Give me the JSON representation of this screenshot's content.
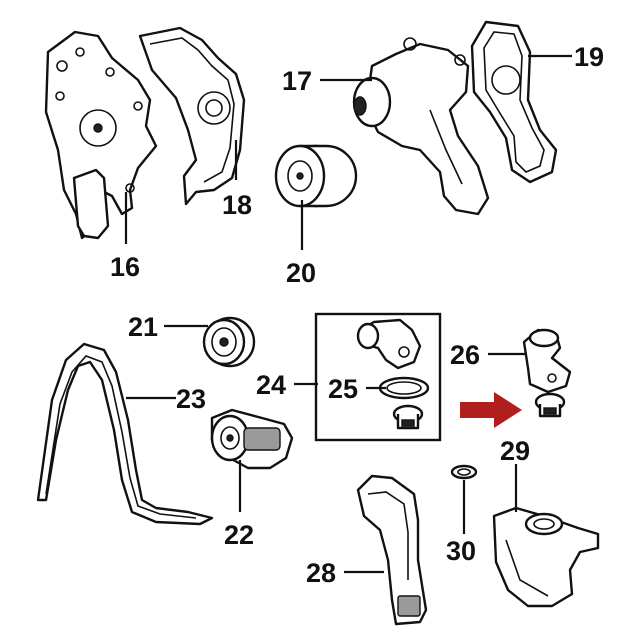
{
  "diagram": {
    "callouts": [
      {
        "id": "p16",
        "number": "16"
      },
      {
        "id": "p17",
        "number": "17"
      },
      {
        "id": "p18",
        "number": "18"
      },
      {
        "id": "p19",
        "number": "19"
      },
      {
        "id": "p20",
        "number": "20"
      },
      {
        "id": "p21",
        "number": "21"
      },
      {
        "id": "p22",
        "number": "22"
      },
      {
        "id": "p23",
        "number": "23"
      },
      {
        "id": "p24",
        "number": "24"
      },
      {
        "id": "p25",
        "number": "25"
      },
      {
        "id": "p26",
        "number": "26"
      },
      {
        "id": "p28",
        "number": "28"
      },
      {
        "id": "p29",
        "number": "29"
      },
      {
        "id": "p30",
        "number": "30"
      }
    ],
    "highlight_arrow_color": "#b01e1e",
    "line_color": "#111111"
  }
}
